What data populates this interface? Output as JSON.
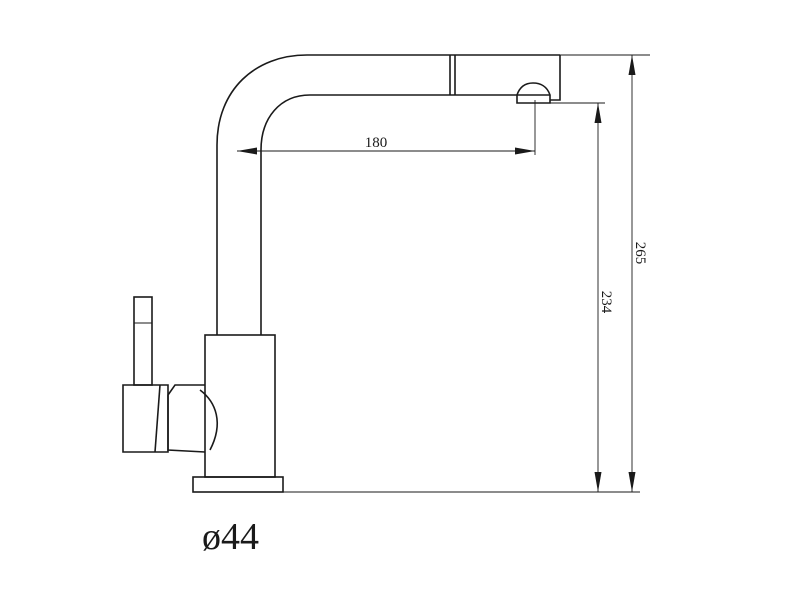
{
  "dimensions": {
    "spout_reach": "180",
    "outlet_height": "234",
    "total_height": "265"
  },
  "base_diameter": "ø44"
}
